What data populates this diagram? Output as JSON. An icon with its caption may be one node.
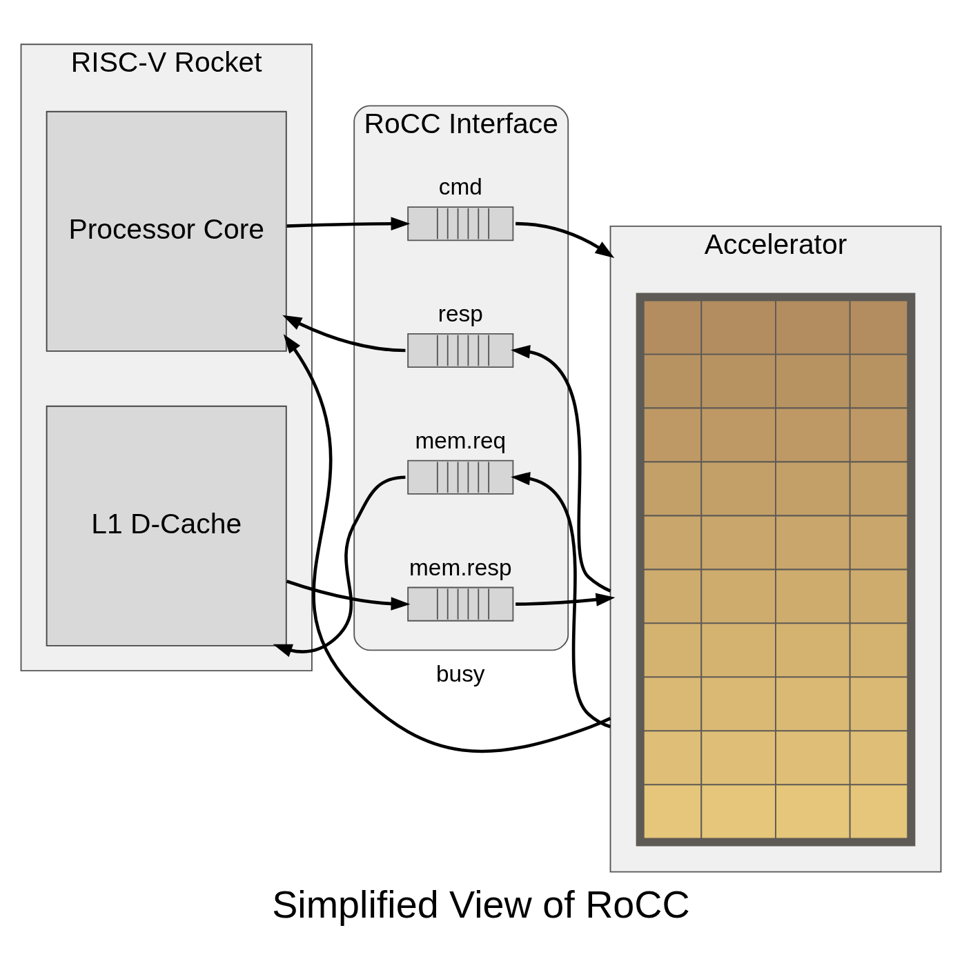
{
  "diagram": {
    "caption": "Simplified View of RoCC",
    "nodes": [
      {
        "text": [
          "RISC-V Rocket"
        ]
      },
      {
        "text": [
          "Processor Core"
        ],
        "in": 0
      },
      {
        "text": [
          "L1 D-Cache"
        ],
        "in": 0
      },
      {
        "text": [
          "RoCC Interface"
        ]
      },
      {
        "text": [],
        "shape": "box",
        "in": 3,
        "beside": [
          "cmd"
        ]
      },
      {
        "text": [],
        "shape": "box",
        "in": 3,
        "beside": [
          "resp"
        ]
      },
      {
        "text": [],
        "shape": "box",
        "in": 3,
        "beside": [
          "mem.req"
        ]
      },
      {
        "text": [],
        "shape": "box",
        "in": 3,
        "beside": [
          "mem.resp"
        ]
      },
      {
        "text": [
          "Accelerator"
        ]
      },
      {
        "text": [],
        "shape": "picture",
        "in": 8
      }
    ],
    "edges": [
      {
        "from": 1,
        "to": 4,
        "arrow": "to"
      },
      {
        "from": 4,
        "to": 8,
        "arrow": "to"
      },
      {
        "from": 8,
        "to": 5,
        "arrow": "to"
      },
      {
        "from": 5,
        "to": 1,
        "arrow": "to"
      },
      {
        "from": 8,
        "to": 1,
        "arrow": "to",
        "label": "busy"
      },
      {
        "from": 8,
        "to": 6,
        "arrow": "to"
      },
      {
        "from": 6,
        "to": 2,
        "arrow": "to"
      },
      {
        "from": 2,
        "to": 7,
        "arrow": "to"
      },
      {
        "from": 7,
        "to": 8,
        "arrow": "to"
      }
    ]
  }
}
